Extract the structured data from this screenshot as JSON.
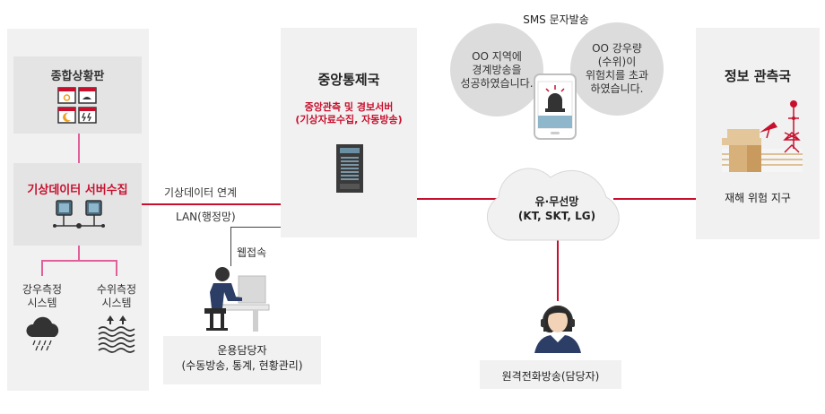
{
  "left": {
    "dashboard_title": "종합상황판",
    "collect_title": "기상데이터 서버수집",
    "rain_label": "강우측정\n시스템",
    "water_label": "수위측정\n시스템"
  },
  "links": {
    "weather_link": "기상데이터 연계",
    "lan": "LAN(행정망)",
    "web_access": "웹접속"
  },
  "center": {
    "title": "중앙통제국",
    "subtitle": "중앙관측 및 경보서버\n(기상자료수집, 자동방송)"
  },
  "sms": {
    "title": "SMS 문자발송",
    "bubble_left": "OO 지역에\n경계방송을\n성공하였습니다.",
    "bubble_right": "OO 강우량\n(수위)이\n위험치를 초과\n하였습니다."
  },
  "network": {
    "cloud": "유·무선망\n(KT, SKT, LG)"
  },
  "right": {
    "title": "정보 관측국",
    "subtitle": "재해 위험 지구"
  },
  "operator": {
    "label": "운용담당자\n(수동방송, 통계, 현황관리)"
  },
  "remote": {
    "label": "원격전화방송(담당자)"
  },
  "colors": {
    "accent_red": "#c8102e",
    "pink": "#e0609a",
    "panel_gray": "#f1f1f1",
    "inner_gray": "#e4e4e4"
  }
}
